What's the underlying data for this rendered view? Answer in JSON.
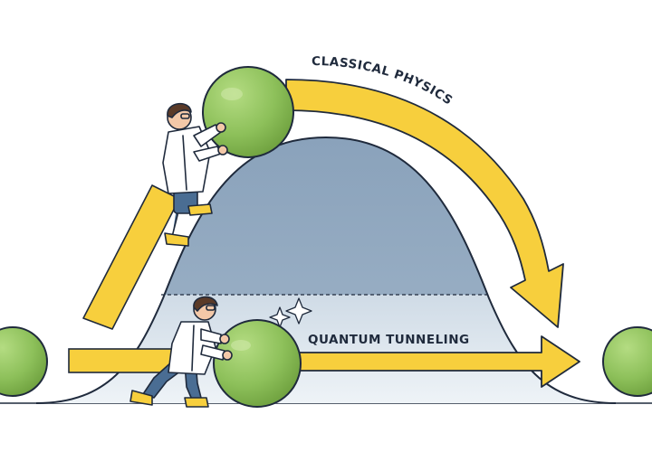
{
  "labels": {
    "classical": "CLASSICAL PHYSICS",
    "quantum": "QUANTUM TUNNELING"
  },
  "colors": {
    "arrow_yellow": "#f7cf3d",
    "barrier_blue": "#90a7bf",
    "barrier_light": "#dde7ef",
    "ball_green": "#8dc05a",
    "outline": "#1f2a3c"
  },
  "icons": {
    "ball": "sphere",
    "scientist": "person-in-lab-coat",
    "sparkle": "four-point-star"
  }
}
